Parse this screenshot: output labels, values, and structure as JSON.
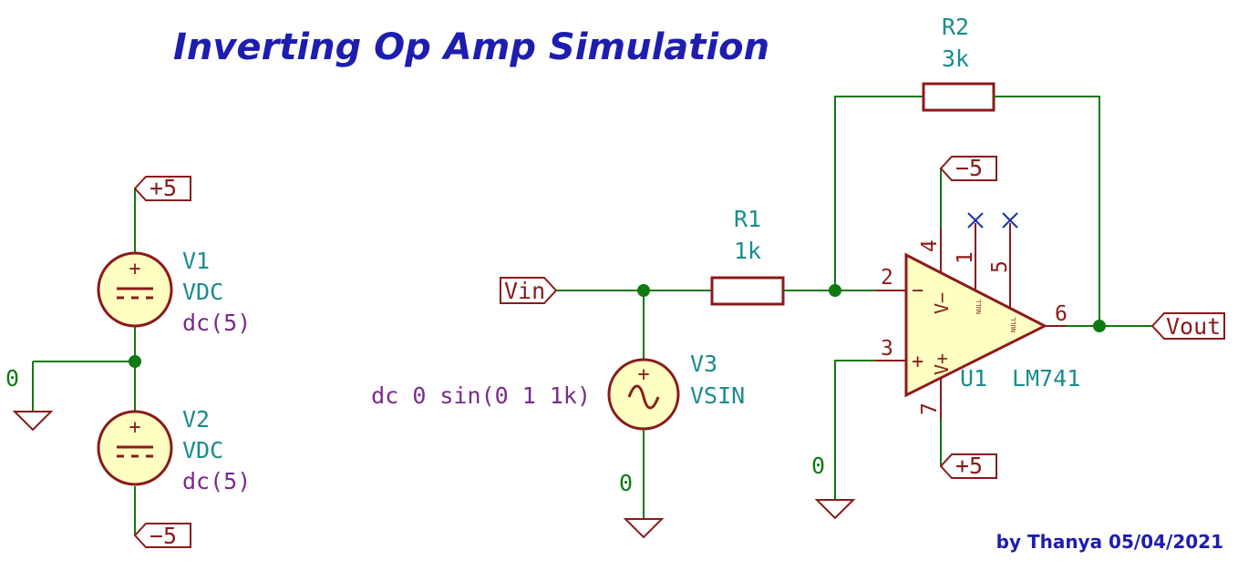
{
  "title": "Inverting Op Amp Simulation",
  "author": "by Thanya 05/04/2021",
  "power_labels": {
    "v1_top": "+5",
    "v2_bottom": "−5",
    "opamp_top": "−5",
    "opamp_bottom": "+5"
  },
  "net_labels": {
    "vin": "Vin",
    "vout": "Vout"
  },
  "ground_labels": {
    "left": "0",
    "v3": "0",
    "opamp": "0"
  },
  "components": {
    "v1": {
      "ref": "V1",
      "type": "VDC",
      "value": "dc(5)"
    },
    "v2": {
      "ref": "V2",
      "type": "VDC",
      "value": "dc(5)"
    },
    "v3": {
      "ref": "V3",
      "type": "VSIN",
      "value": "dc 0 sin(0 1 1k)"
    },
    "r1": {
      "ref": "R1",
      "value": "1k"
    },
    "r2": {
      "ref": "R2",
      "value": "3k"
    },
    "u1": {
      "ref": "U1",
      "value": "LM741"
    }
  },
  "opamp_pins": {
    "inv": "2",
    "noninv": "3",
    "out": "6",
    "vminus": "4",
    "vplus": "7",
    "null1": "1",
    "null5": "5",
    "inv_sign": "−",
    "noninv_sign": "+",
    "vminus_name": "V−",
    "vplus_name": "V+",
    "null_text": "NULL"
  },
  "source_signs": {
    "plus": "+",
    "dc": "---",
    "sine": "~"
  }
}
